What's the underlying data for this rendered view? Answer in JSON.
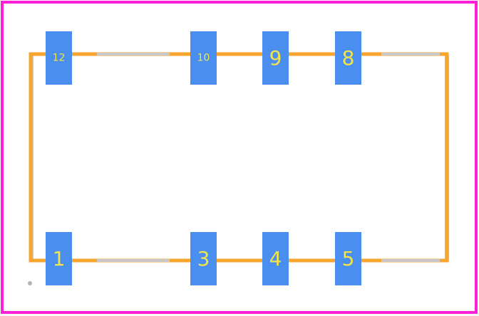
{
  "colors": {
    "board_outline": "#ff1fd6",
    "silkscreen": "#f7a52b",
    "courtyard": "#c8c8c8",
    "pad_fill": "#4a8ef0",
    "pad_label": "#f2e44a",
    "origin_marker": "#b4b4b4"
  },
  "pads": [
    {
      "id": "12",
      "label": "12",
      "row": "top",
      "slot": 0
    },
    {
      "id": "10",
      "label": "10",
      "row": "top",
      "slot": 1
    },
    {
      "id": "9",
      "label": "9",
      "row": "top",
      "slot": 2
    },
    {
      "id": "8",
      "label": "8",
      "row": "top",
      "slot": 3
    },
    {
      "id": "1",
      "label": "1",
      "row": "bottom",
      "slot": 0
    },
    {
      "id": "3",
      "label": "3",
      "row": "bottom",
      "slot": 1
    },
    {
      "id": "4",
      "label": "4",
      "row": "bottom",
      "slot": 2
    },
    {
      "id": "5",
      "label": "5",
      "row": "bottom",
      "slot": 3
    }
  ]
}
